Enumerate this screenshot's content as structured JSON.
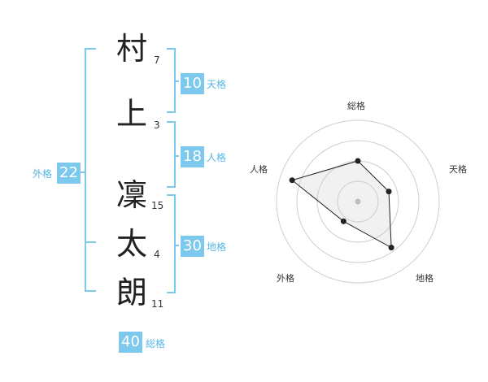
{
  "name": {
    "chars": [
      {
        "char": "村",
        "strokes": "7"
      },
      {
        "char": "上",
        "strokes": "3"
      },
      {
        "char": "凜",
        "strokes": "15"
      },
      {
        "char": "太",
        "strokes": "4"
      },
      {
        "char": "朗",
        "strokes": "11"
      }
    ]
  },
  "fortune": {
    "tenkaku": {
      "value": "10",
      "label": "天格"
    },
    "jinkaku": {
      "value": "18",
      "label": "人格"
    },
    "chikaku": {
      "value": "30",
      "label": "地格"
    },
    "gaikaku": {
      "value": "22",
      "label": "外格"
    },
    "soukaku": {
      "value": "40",
      "label": "総格"
    }
  },
  "colors": {
    "accent": "#7dc9ee",
    "label": "#55b7e6",
    "bracket": "#7dc9ee"
  },
  "chart_data": {
    "type": "radar",
    "axes": [
      "総格",
      "天格",
      "地格",
      "外格",
      "人格"
    ],
    "values": [
      0.5,
      0.4,
      0.7,
      0.3,
      0.85
    ],
    "rings": 4
  }
}
